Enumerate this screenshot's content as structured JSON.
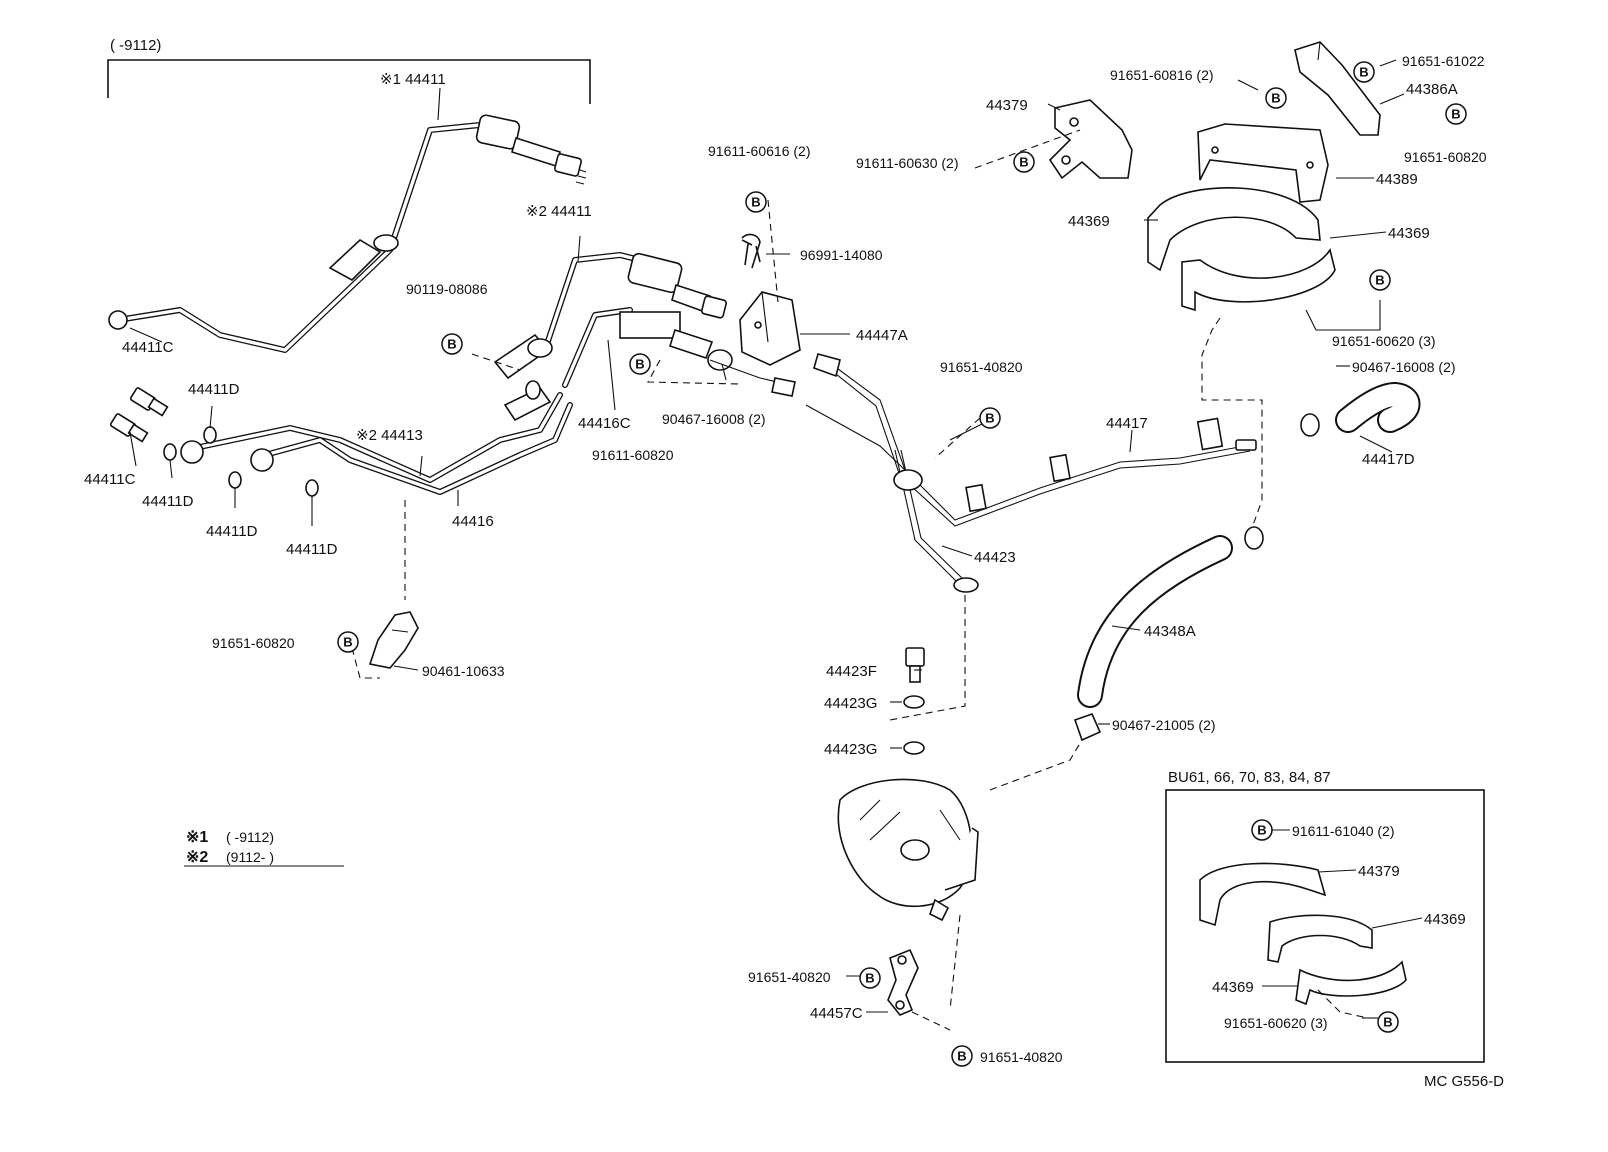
{
  "top_range": "(        -9112)",
  "labels": {
    "l_44411_1": "※1 44411",
    "l_44411_2": "※2 44411",
    "l_44411C_a": "44411C",
    "l_44411C_b": "44411C",
    "l_44411D_a": "44411D",
    "l_44411D_b": "44411D",
    "l_44411D_c": "44411D",
    "l_44411D_d": "44411D",
    "l_44413": "※2 44413",
    "l_44416": "44416",
    "l_44416C": "44416C",
    "l_90119": "90119-08086",
    "l_91611_60616": "91611-60616 (2)",
    "l_96991": "96991-14080",
    "l_44447A": "44447A",
    "l_90467_16008_a": "90467-16008 (2)",
    "l_91611_60820": "91611-60820",
    "l_91651_40820_a": "91651-40820",
    "l_44379_a": "44379",
    "l_91651_60816": "91651-60816 (2)",
    "l_91611_60630": "91611-60630 (2)",
    "l_91651_61022": "91651-61022",
    "l_44386A": "44386A",
    "l_91651_60820_a": "91651-60820",
    "l_44389": "44389",
    "l_44369_a": "44369",
    "l_44369_b": "44369",
    "l_91651_60620_a": "91651-60620 (3)",
    "l_90467_16008_b": "90467-16008 (2)",
    "l_44417": "44417",
    "l_44417D": "44417D",
    "l_44423": "44423",
    "l_44348A": "44348A",
    "l_44423F": "44423F",
    "l_44423G_a": "44423G",
    "l_44423G_b": "44423G",
    "l_90467_21005": "90467-21005 (2)",
    "l_91651_60820_b": "91651-60820",
    "l_90461": "90461-10633",
    "l_91651_40820_b": "91651-40820",
    "l_44457C": "44457C",
    "l_91651_40820_c": "91651-40820",
    "l_bu61": "BU61, 66, 70, 83, 84, 87",
    "l_91611_61040": "91611-61040 (2)",
    "l_44379_b": "44379",
    "l_44369_c": "44369",
    "l_44369_d": "44369",
    "l_91651_60620_b": "91651-60620 (3)"
  },
  "legend": {
    "n1_mark": "※1",
    "n1_text": "(        -9112)",
    "n2_mark": "※2",
    "n2_text": "(9112-        )"
  },
  "bolt_symbol": "B",
  "code": "MC G556-D"
}
